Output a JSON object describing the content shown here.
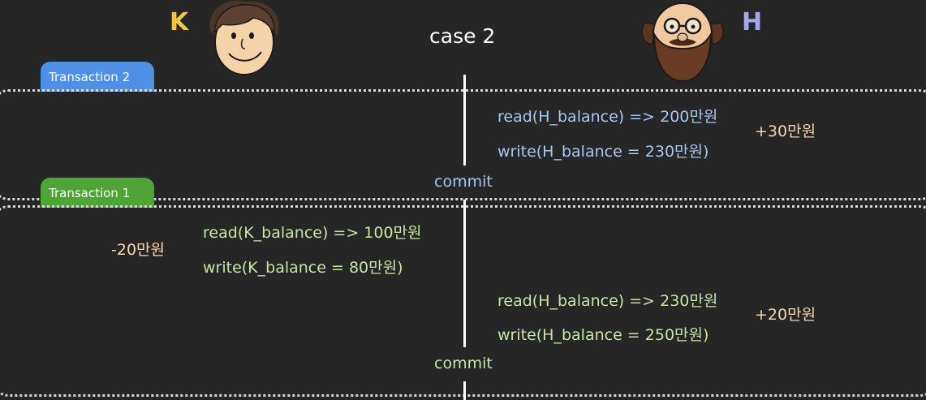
{
  "title": "case 2",
  "people": {
    "k": {
      "label": "K"
    },
    "h": {
      "label": "H"
    }
  },
  "transaction2": {
    "label": "Transaction 2",
    "ops": [
      "read(H_balance) => 200만원",
      "write(H_balance = 230만원)"
    ],
    "delta": "+30만원",
    "commit": "commit"
  },
  "transaction1": {
    "label": "Transaction 1",
    "k_ops": [
      "read(K_balance) => 100만원",
      "write(K_balance = 80만원)"
    ],
    "k_delta": "-20만원",
    "h_ops": [
      "read(H_balance) => 230만원",
      "write(H_balance = 250만원)"
    ],
    "h_delta": "+20만원",
    "commit": "commit"
  },
  "colors": {
    "background": "#262626",
    "transaction1_tab": "#4ea434",
    "transaction2_tab": "#4e90e6",
    "k_label": "#f3c446",
    "h_label": "#a4a8ee"
  }
}
